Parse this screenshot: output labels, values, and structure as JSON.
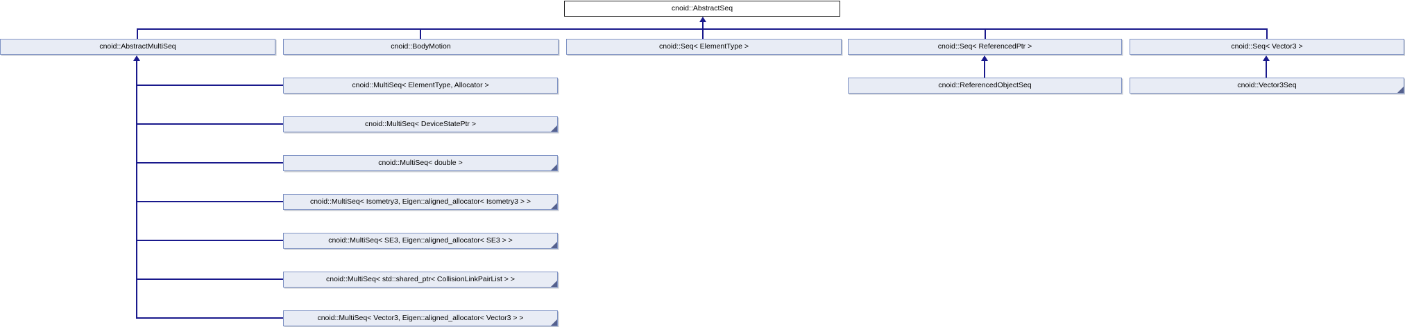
{
  "diagram_type": "class-inheritance-diagram",
  "colors": {
    "background": "#ffffff",
    "node_fill": "#e8ecf5",
    "node_border": "#7e92c4",
    "root_node_fill": "#ffffff",
    "root_node_border": "#1a1a1a",
    "connector": "#19198c",
    "fold_marker": "#55618e",
    "text": "#000000"
  },
  "classes": {
    "root": {
      "label": "cnoid::AbstractSeq"
    },
    "level1": [
      {
        "label": "cnoid::AbstractMultiSeq"
      },
      {
        "label": "cnoid::BodyMotion"
      },
      {
        "label": "cnoid::Seq< ElementType >"
      },
      {
        "label": "cnoid::Seq< ReferencedPtr >"
      },
      {
        "label": "cnoid::Seq< Vector3 >"
      }
    ],
    "multiseq_variants": [
      {
        "label": "cnoid::MultiSeq< ElementType, Allocator >",
        "truncated": false
      },
      {
        "label": "cnoid::MultiSeq< DeviceStatePtr >",
        "truncated": true
      },
      {
        "label": "cnoid::MultiSeq< double >",
        "truncated": true
      },
      {
        "label": "cnoid::MultiSeq< Isometry3, Eigen::aligned_allocator< Isometry3 > >",
        "truncated": true
      },
      {
        "label": "cnoid::MultiSeq< SE3, Eigen::aligned_allocator< SE3 > >",
        "truncated": true
      },
      {
        "label": "cnoid::MultiSeq< std::shared_ptr< CollisionLinkPairList > >",
        "truncated": true
      },
      {
        "label": "cnoid::MultiSeq< Vector3, Eigen::aligned_allocator< Vector3 > >",
        "truncated": true
      }
    ],
    "seq_children": [
      {
        "label": "cnoid::ReferencedObjectSeq",
        "truncated": false
      },
      {
        "label": "cnoid::Vector3Seq",
        "truncated": true
      }
    ]
  }
}
